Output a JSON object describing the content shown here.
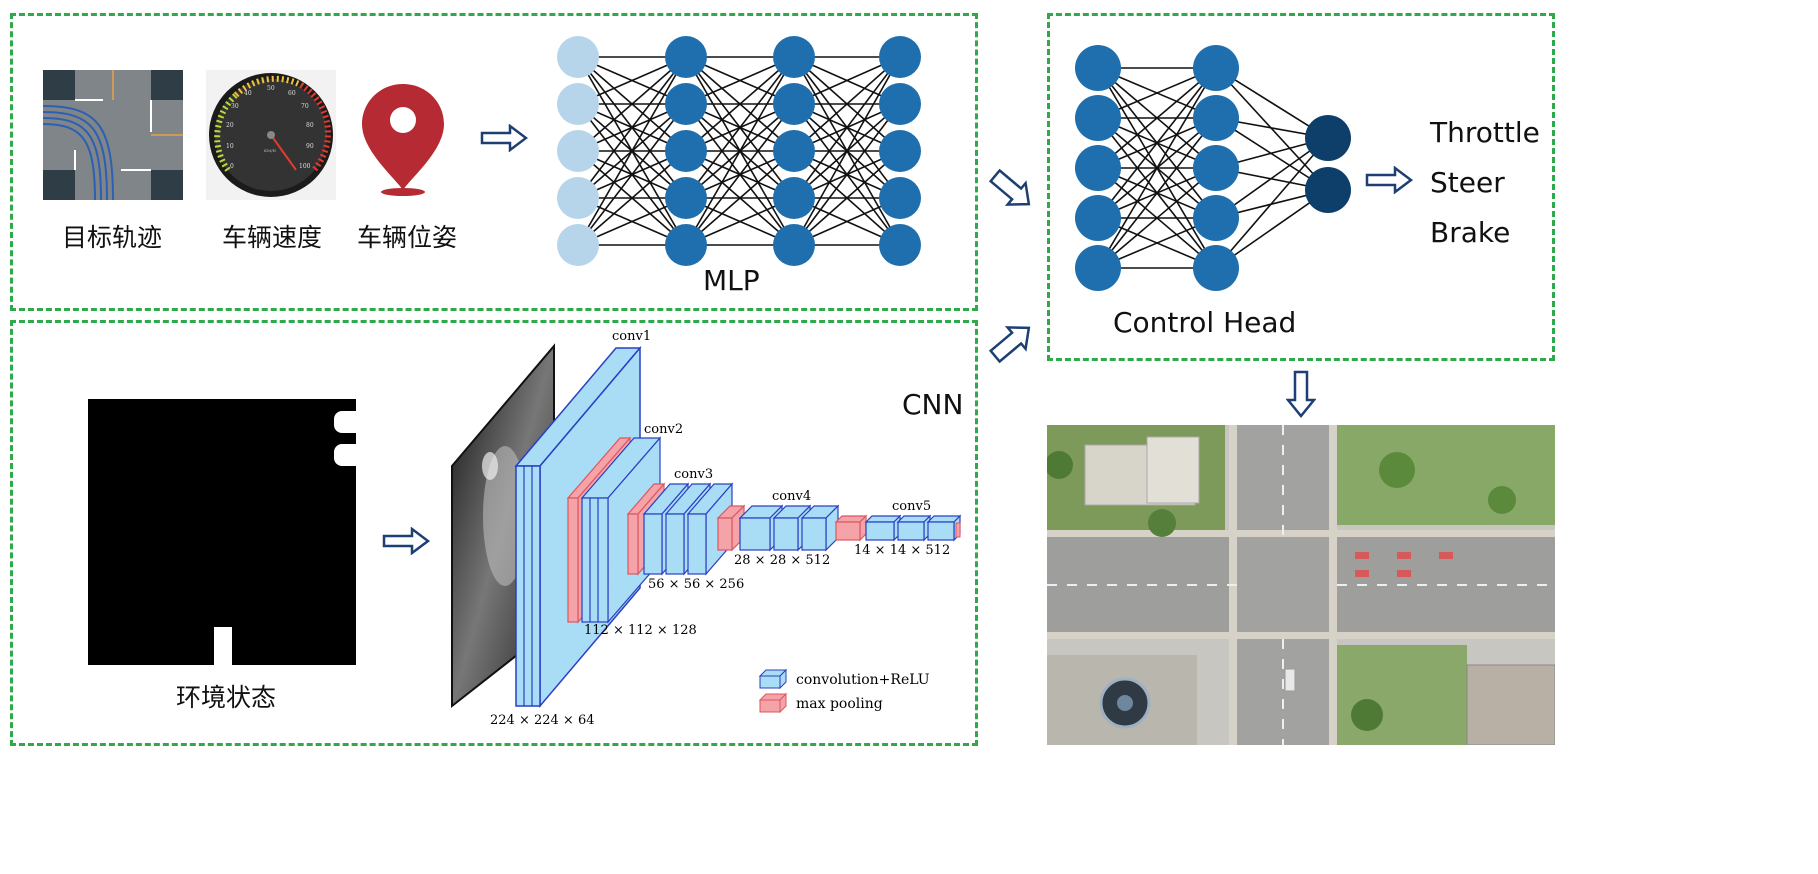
{
  "inputs": [
    {
      "label": "目标轨迹",
      "icon": "trajectory-map-icon"
    },
    {
      "label": "车辆速度",
      "icon": "speedometer-icon"
    },
    {
      "label": "车辆位姿",
      "icon": "location-pin-icon"
    }
  ],
  "speedometer": {
    "ticks": [
      "0",
      "10",
      "20",
      "30",
      "40",
      "50",
      "60",
      "70",
      "80",
      "90",
      "100"
    ],
    "unit": "KM/H"
  },
  "mlp": {
    "label": "MLP"
  },
  "cnn": {
    "label": "CNN",
    "env_label": "环境状态",
    "layers": [
      {
        "name": "conv1",
        "size": "224 × 224 × 64"
      },
      {
        "name": "conv2",
        "size": "112 × 112 × 128"
      },
      {
        "name": "conv3",
        "size": "56 × 56 × 256"
      },
      {
        "name": "conv4",
        "size": "28 × 28 × 512"
      },
      {
        "name": "conv5",
        "size": "14 × 14 × 512"
      }
    ],
    "legend": [
      {
        "label": "convolution+ReLU",
        "color": "#a9dcf5"
      },
      {
        "label": "max pooling",
        "color": "#f4a3a8"
      }
    ]
  },
  "control_head": {
    "label": "Control Head"
  },
  "outputs": [
    "Throttle",
    "Steer",
    "Brake"
  ],
  "colors": {
    "panel_border": "#2eaa4a",
    "node_light": "#b7d5ea",
    "node_mid": "#1f6fae",
    "node_dark": "#0e3f6b",
    "arrow": "#1d3f73",
    "pin": "#b52a33"
  }
}
